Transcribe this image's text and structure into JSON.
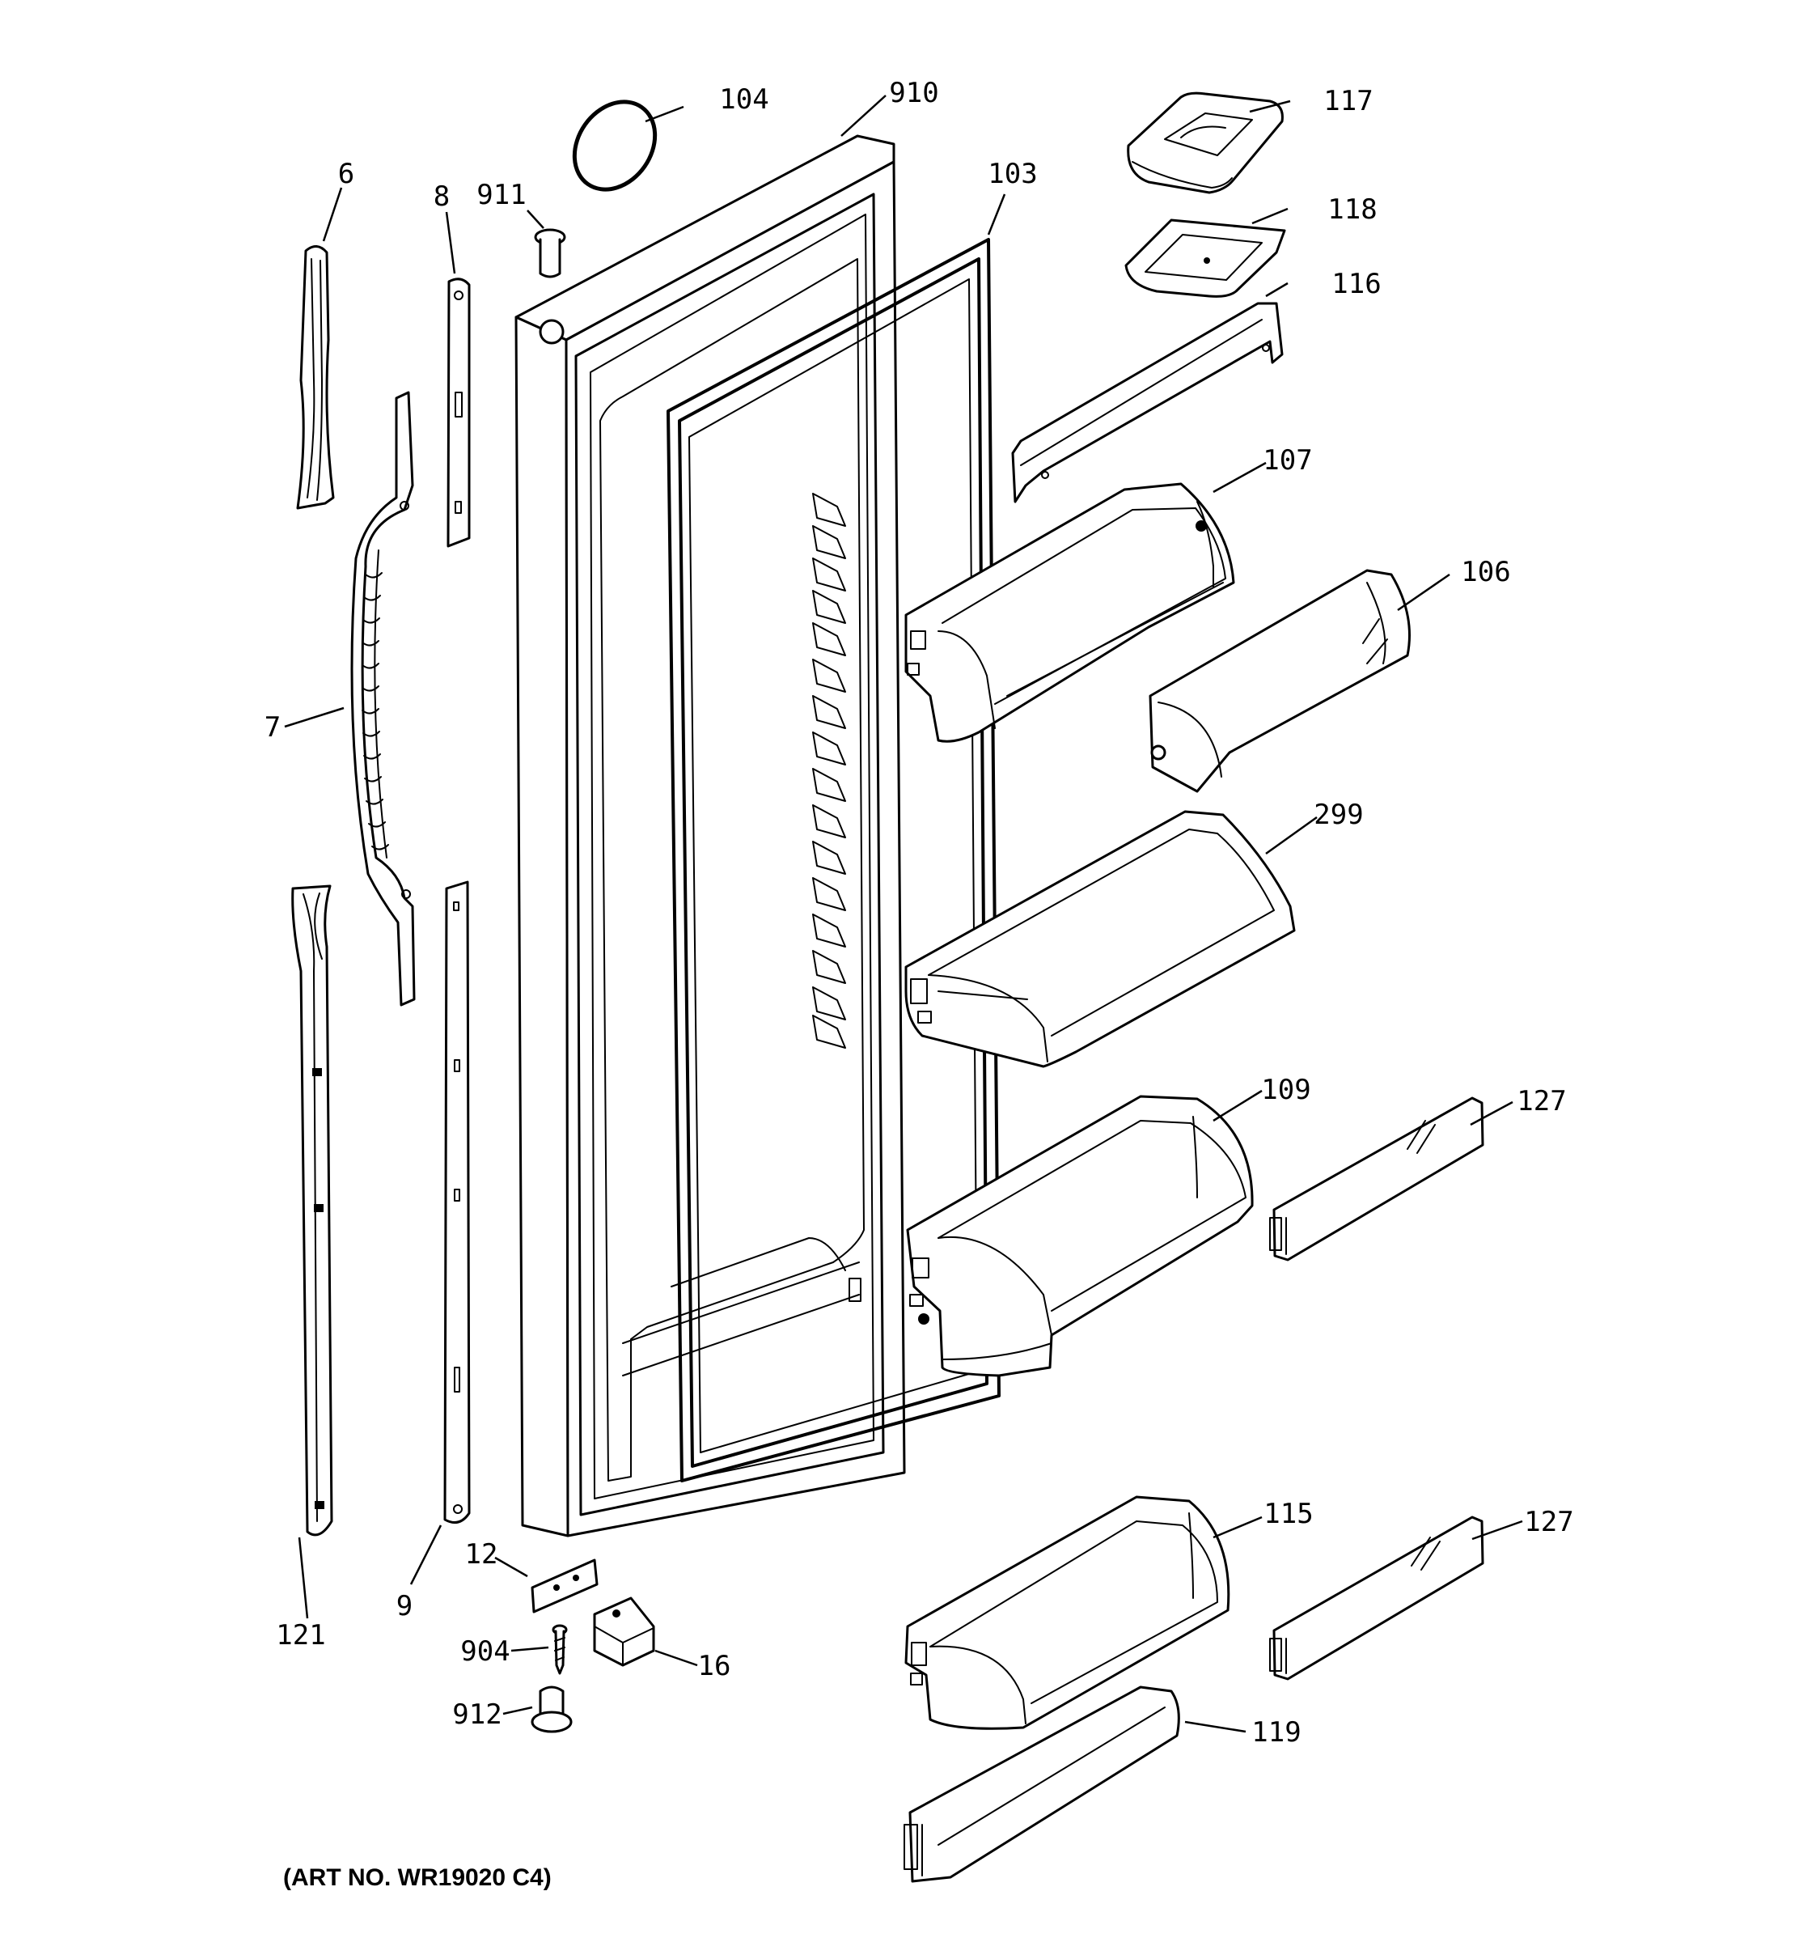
{
  "callouts": {
    "c104": "104",
    "c910": "910",
    "c117": "117",
    "c6": "6",
    "c8": "8",
    "c911": "911",
    "c103": "103",
    "c118": "118",
    "c116": "116",
    "c107": "107",
    "c106": "106",
    "c7": "7",
    "c299": "299",
    "c109": "109",
    "c127a": "127",
    "c115": "115",
    "c127b": "127",
    "c12": "12",
    "c121": "121",
    "c9": "9",
    "c904": "904",
    "c16": "16",
    "c912": "912",
    "c119": "119"
  },
  "art_number": "(ART NO. WR19020 C4)"
}
